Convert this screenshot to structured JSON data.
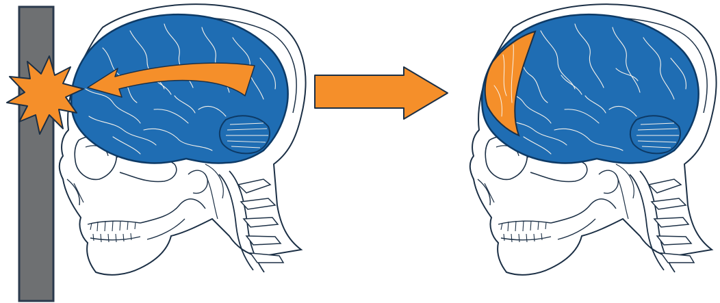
{
  "colors": {
    "background": "#ffffff",
    "brain": "#1f6db3",
    "brain_outline": "#0d3a66",
    "brain_highlight": "#f7f3ec",
    "accent_orange": "#f58f2a",
    "outline_dark": "#1b2f45",
    "wall": "#6e7072",
    "wall_outline": "#2b3a4d",
    "skull_fill": "#ffffff"
  },
  "icons": {
    "wall": "vertical-wall-bar",
    "impact": "impact-burst-icon",
    "arrow_inside_brain": "curved-arrow-icon",
    "transition": "right-arrow-icon",
    "injury_region": "frontal-lobe-highlight"
  },
  "panels": [
    {
      "id": "impact",
      "label": ""
    },
    {
      "id": "result",
      "label": ""
    }
  ]
}
